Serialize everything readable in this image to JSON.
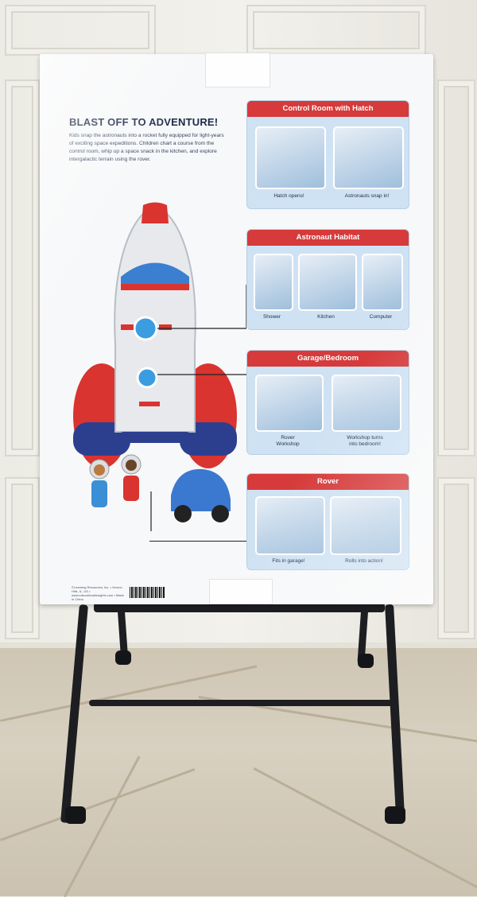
{
  "box": {
    "headline": "BLAST OFF TO ADVENTURE!",
    "blurb": "Kids snap the astronauts into a rocket fully equipped for light-years of exciting space expeditions. Children chart a course from the control room, whip up a space snack in the kitchen, and explore intergalactic terrain using the rover.",
    "sections": [
      {
        "title": "Control Room with Hatch",
        "captions": [
          "Hatch opens!",
          "Astronauts snap in!"
        ]
      },
      {
        "title": "Astronaut Habitat",
        "captions": [
          "Shower",
          "Kitchen",
          "Computer"
        ]
      },
      {
        "title": "Garage/Bedroom",
        "captions": [
          "Rover\nWorkshop",
          "Workshop turns\ninto bedroom!"
        ]
      },
      {
        "title": "Rover",
        "captions": [
          "Fits in garage!",
          "Rolls into action!"
        ]
      }
    ],
    "fine_print": "©Learning Resources, Inc. • Vernon Hills, IL, US • www.educationalinsights.com • Made in China",
    "colors": {
      "accent_red": "#d63a3a",
      "panel_blue": "#cfe2f3",
      "navy": "#1c2a48"
    }
  }
}
